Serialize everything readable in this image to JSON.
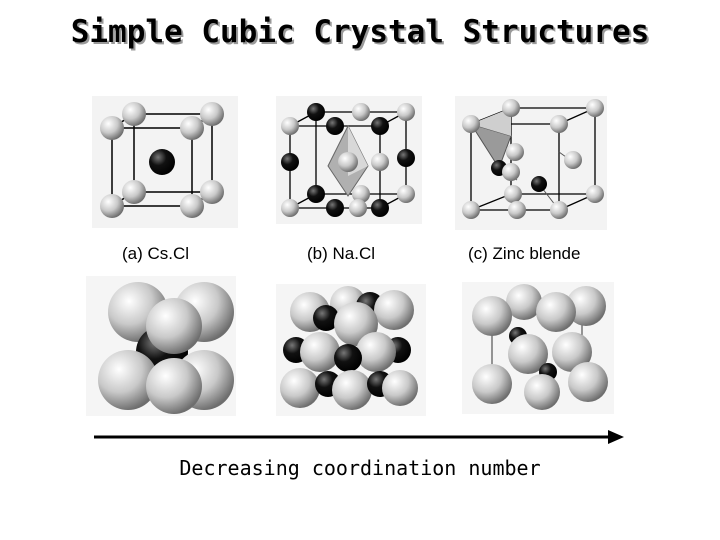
{
  "title": "Simple Cubic Crystal Structures",
  "structures": [
    {
      "label": "(a) Cs.Cl"
    },
    {
      "label": "(b) Na.Cl"
    },
    {
      "label": "(c) Zinc blende"
    }
  ],
  "caption": "Decreasing coordination number",
  "colors": {
    "anion": "#c8c8c8",
    "cation": "#111111",
    "line": "#000000"
  }
}
